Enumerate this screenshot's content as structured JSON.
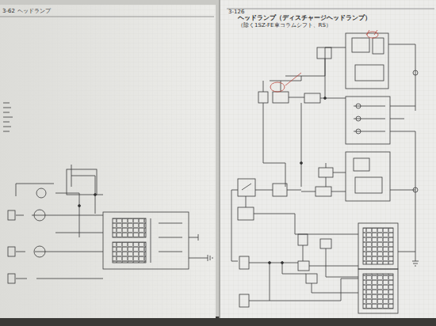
{
  "diagram": {
    "title": "ヘッドランプ（ディスチャージヘッドランプ）",
    "labels": [
      "3-62",
      "ヘッドランプ",
      "3-126",
      "（除く1SZ-FE車コラムシフト、RS）"
    ]
  }
}
